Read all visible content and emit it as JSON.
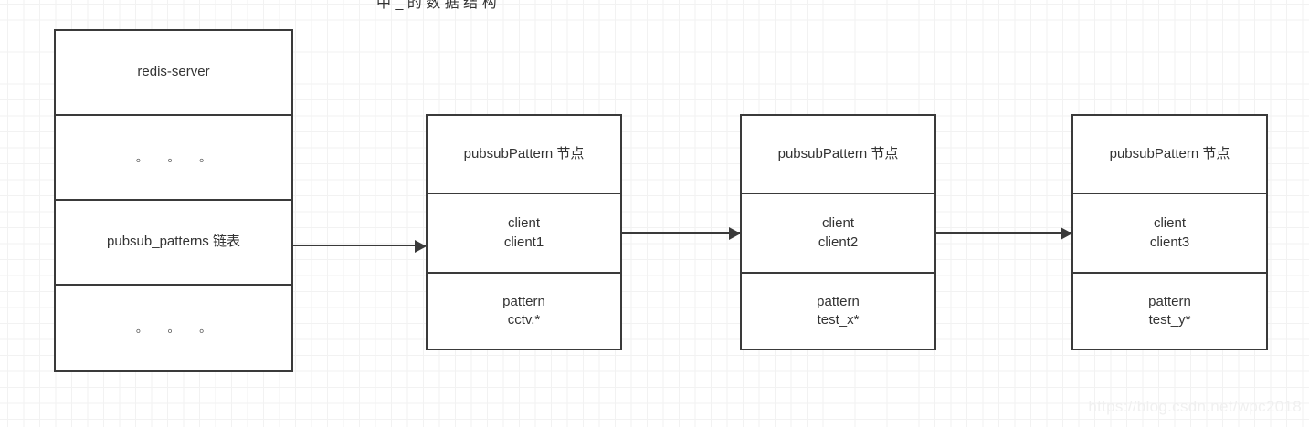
{
  "diagram": {
    "title_clipped": "中 _  的 数 据 结 构",
    "watermark": "https://blog.csdn.net/wpc2018",
    "server_stack": {
      "name": "redis-server-stack",
      "rows": [
        {
          "label": "redis-server",
          "kind": "text"
        },
        {
          "label": "。 。 。",
          "kind": "ellipsis"
        },
        {
          "label": "pubsub_patterns 链表",
          "kind": "text"
        },
        {
          "label": "。 。 。",
          "kind": "ellipsis"
        }
      ]
    },
    "nodes": [
      {
        "header": "pubsubPattern 节点",
        "client_label": "client",
        "client_value": "client1",
        "pattern_label": "pattern",
        "pattern_value": "cctv.*"
      },
      {
        "header": "pubsubPattern 节点",
        "client_label": "client",
        "client_value": "client2",
        "pattern_label": "pattern",
        "pattern_value": "test_x*"
      },
      {
        "header": "pubsubPattern 节点",
        "client_label": "client",
        "client_value": "client3",
        "pattern_label": "pattern",
        "pattern_value": "test_y*"
      }
    ],
    "colors": {
      "stroke": "#3a3a3a",
      "text": "#333333",
      "grid_minor": "#f2f2f2",
      "grid_major": "#e8e8e8",
      "background": "#ffffff",
      "watermark": "#f0f0f0"
    }
  }
}
